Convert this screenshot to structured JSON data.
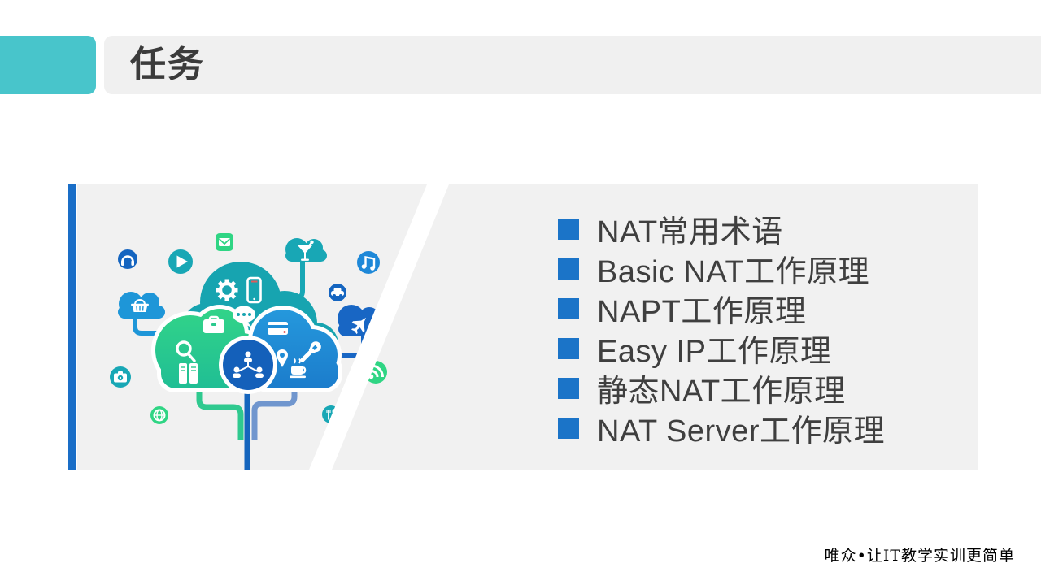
{
  "slide": {
    "header": {
      "title": "任务"
    },
    "list": {
      "items": [
        {
          "text": "NAT常用术语"
        },
        {
          "text": "Basic NAT工作原理"
        },
        {
          "text": "NAPT工作原理"
        },
        {
          "text": "Easy IP工作原理"
        },
        {
          "text": "静态NAT工作原理"
        },
        {
          "text": "NAT Server工作原理"
        }
      ]
    },
    "footer": {
      "slogan": "唯众•让IT教学实训更简单"
    },
    "colors": {
      "accent_teal": "#48C5CB",
      "header_bg": "#F0F0F0",
      "title_color": "#3B3B3B",
      "panel_bg": "#F1F1F1",
      "bar_blue": "#1A6EC7",
      "bullet_blue": "#1B74C8",
      "text_dark": "#3F3F3F",
      "cloud_teal": "#17A4B0",
      "cloud_green": "#2BC98E",
      "cloud_blue": "#1E8CD6",
      "circle_navy": "#1460BA",
      "icon_navy": "#1565C0",
      "icon_green": "#2FD584",
      "icon_lightblue": "#1E88D8",
      "red_accent": "#E25B5B"
    },
    "illustration": {
      "icons": [
        "headphones-icon",
        "play-icon",
        "mail-icon",
        "cocktail-icon",
        "music-icon",
        "car-icon",
        "shopping-basket-icon",
        "airplane-icon",
        "rss-icon",
        "utensils-icon",
        "globe-icon",
        "camera-icon",
        "gear-icon",
        "smartphone-icon",
        "chat-icon",
        "briefcase-icon",
        "search-icon",
        "books-icon",
        "credit-card-icon",
        "location-pin-icon",
        "wrench-icon",
        "coffee-icon",
        "network-share-icon"
      ]
    }
  }
}
